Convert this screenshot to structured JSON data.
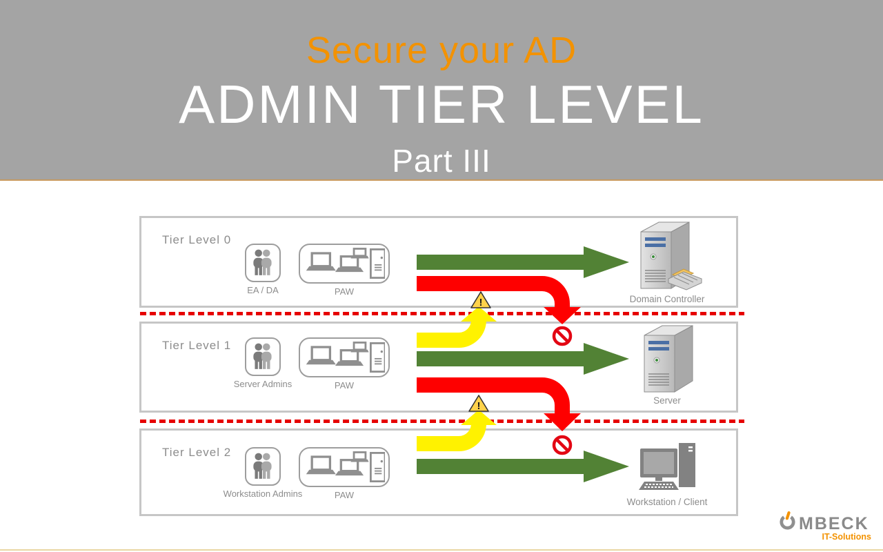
{
  "header": {
    "subtitle": "Secure your AD",
    "title": "ADMIN TIER LEVEL",
    "part": "Part III"
  },
  "tiers": [
    {
      "label": "Tier Level 0",
      "admins": "EA / DA",
      "paw": "PAW",
      "target": "Domain Controller"
    },
    {
      "label": "Tier Level 1",
      "admins": "Server Admins",
      "paw": "PAW",
      "target": "Server"
    },
    {
      "label": "Tier Level 2",
      "admins": "Workstation Admins",
      "paw": "PAW",
      "target": "Workstation / Client"
    }
  ],
  "logo": {
    "brand": "MBECK",
    "tagline": "IT-Solutions"
  },
  "icons": {
    "warning-icon": "⚠",
    "no-entry-icon": "🚫",
    "power-icon": "⏻",
    "users-icon": "two-person silhouette",
    "paw-icon": "laptop, remote laptop, secured door",
    "server-icon": "3d tower server",
    "workstation-icon": "desktop computer"
  },
  "colors": {
    "banner_gray": "#a4a4a4",
    "accent_orange": "#f39200",
    "allowed_green": "#528235",
    "blocked_red": "#fe0000",
    "warning_yellow": "#fff200",
    "divider_tan": "#c89a5e",
    "box_border": "#c6c6c6",
    "text_gray": "#8c8c8c"
  }
}
